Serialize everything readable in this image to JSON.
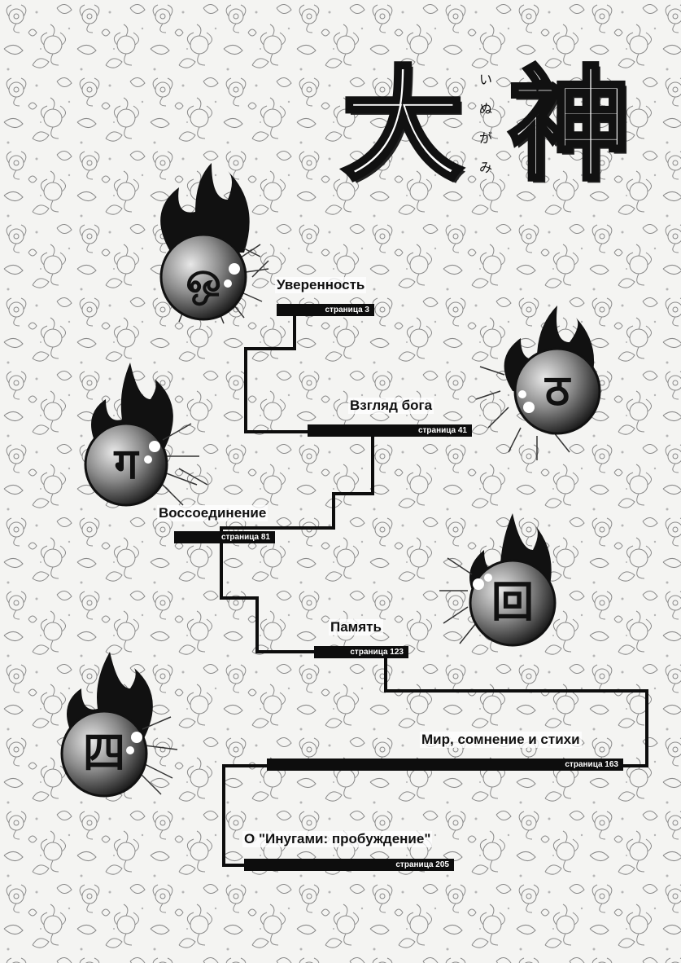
{
  "title": {
    "kanji": [
      "大",
      "神"
    ],
    "furigana": "いぬがみ"
  },
  "chapters": [
    {
      "title": "Уверенность",
      "page": "страница 3"
    },
    {
      "title": "Взгляд бога",
      "page": "страница 41"
    },
    {
      "title": "Воссоединение",
      "page": "страница 81"
    },
    {
      "title": "Память",
      "page": "страница 123"
    },
    {
      "title": "Мир, сомнение и стихи",
      "page": "страница 163"
    },
    {
      "title": "О \"Инугами: пробуждение\"",
      "page": "страница 205"
    }
  ],
  "orbs": [
    {
      "glyph": "ஒ",
      "icon": "flame-orb-icon"
    },
    {
      "glyph": "ठ",
      "icon": "flame-orb-icon"
    },
    {
      "glyph": "ग",
      "icon": "flame-orb-icon"
    },
    {
      "glyph": "回",
      "icon": "flame-orb-icon"
    },
    {
      "glyph": "四",
      "icon": "flame-orb-icon"
    }
  ],
  "colors": {
    "line": "#0d0d0d",
    "background": "#f4f4f2"
  }
}
